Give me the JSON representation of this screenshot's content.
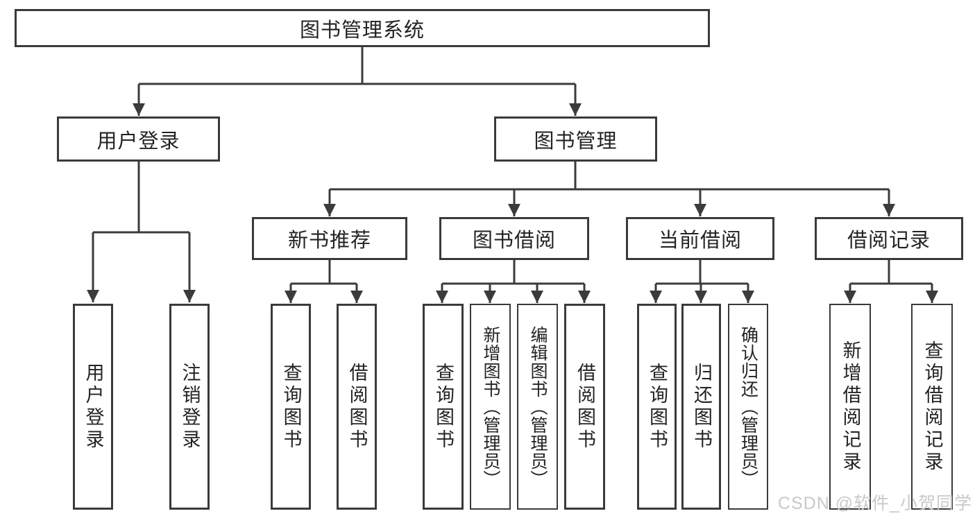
{
  "colors": {
    "line": "#3b3b3b",
    "box_border": "#3a3a3a",
    "text": "#232323",
    "watermark": "#c9c9c9",
    "background": "#ffffff"
  },
  "watermark": {
    "text": "CSDN @软件_小贺同学"
  },
  "diagram": {
    "title": "图书管理系统",
    "branches": [
      {
        "label": "用户登录",
        "children": [
          {
            "label": "用户登录"
          },
          {
            "label": "注销登录"
          }
        ]
      },
      {
        "label": "图书管理",
        "groups": [
          {
            "label": "新书推荐",
            "children": [
              {
                "label": "查询图书"
              },
              {
                "label": "借阅图书"
              }
            ]
          },
          {
            "label": "图书借阅",
            "children": [
              {
                "label": "查询图书"
              },
              {
                "label": "新增图书（管理员）"
              },
              {
                "label": "编辑图书（管理员）"
              },
              {
                "label": "借阅图书"
              }
            ]
          },
          {
            "label": "当前借阅",
            "children": [
              {
                "label": "查询图书"
              },
              {
                "label": "归还图书"
              },
              {
                "label": "确认归还（管理员）"
              }
            ]
          },
          {
            "label": "借阅记录",
            "children": [
              {
                "label": "新增借阅记录"
              },
              {
                "label": "查询借阅记录"
              }
            ]
          }
        ]
      }
    ]
  }
}
